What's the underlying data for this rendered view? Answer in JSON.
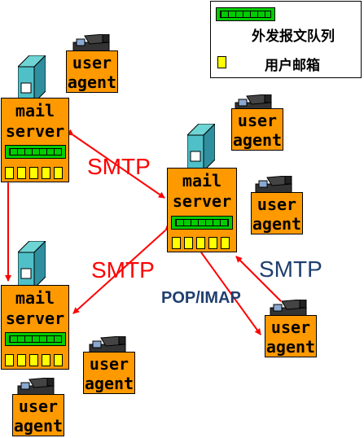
{
  "legend": {
    "queue_label": "外发报文队列",
    "mailbox_label": "用户邮箱"
  },
  "servers": [
    {
      "line1": "mail",
      "line2": "server"
    },
    {
      "line1": "mail",
      "line2": "server"
    },
    {
      "line1": "mail",
      "line2": "server"
    }
  ],
  "user_agents": [
    {
      "line1": "user",
      "line2": "agent"
    },
    {
      "line1": "user",
      "line2": "agent"
    },
    {
      "line1": "user",
      "line2": "agent"
    },
    {
      "line1": "user",
      "line2": "agent"
    },
    {
      "line1": "user",
      "line2": "agent"
    },
    {
      "line1": "user",
      "line2": "agent"
    }
  ],
  "protocols": {
    "smtp_top": "SMTP",
    "smtp_mid": "SMTP",
    "smtp_right": "SMTP",
    "pop_imap": "POP/IMAP"
  },
  "colors": {
    "box": "#ff9900",
    "queue": "#00cc00",
    "mailbox": "#ffff00",
    "arrow": "#ff0000",
    "smtp_red": "#ff0000",
    "smtp_blue": "#1f3f6f"
  }
}
